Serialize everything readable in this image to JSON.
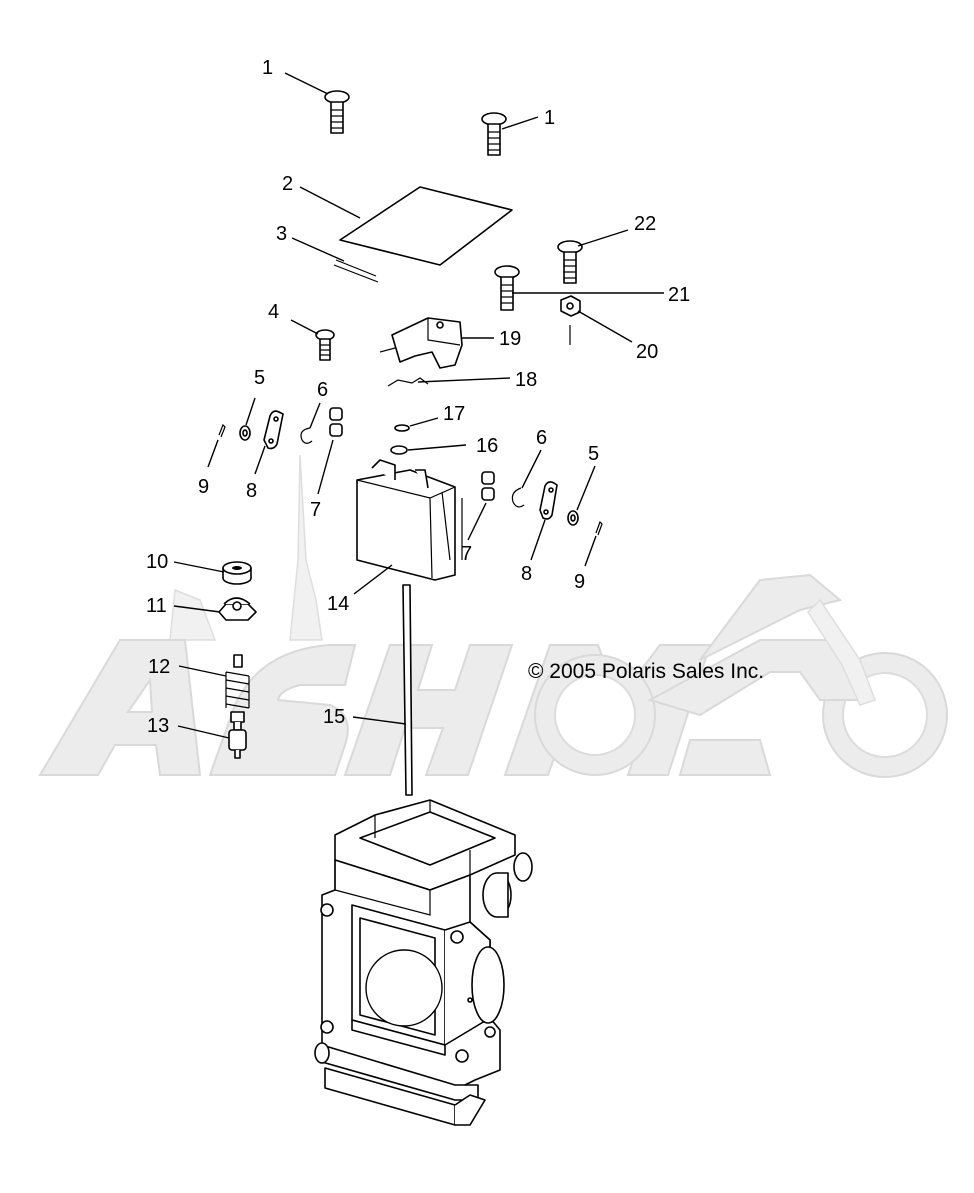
{
  "copyright": "© 2005 Polaris Sales Inc.",
  "watermark_logo": "AshMoto",
  "callouts": [
    {
      "id": "c1a",
      "text": "1"
    },
    {
      "id": "c1b",
      "text": "1"
    },
    {
      "id": "c2",
      "text": "2"
    },
    {
      "id": "c3",
      "text": "3"
    },
    {
      "id": "c4",
      "text": "4"
    },
    {
      "id": "c5a",
      "text": "5"
    },
    {
      "id": "c5b",
      "text": "5"
    },
    {
      "id": "c6a",
      "text": "6"
    },
    {
      "id": "c6b",
      "text": "6"
    },
    {
      "id": "c7a",
      "text": "7"
    },
    {
      "id": "c7b",
      "text": "7"
    },
    {
      "id": "c8a",
      "text": "8"
    },
    {
      "id": "c8b",
      "text": "8"
    },
    {
      "id": "c9a",
      "text": "9"
    },
    {
      "id": "c9b",
      "text": "9"
    },
    {
      "id": "c10",
      "text": "10"
    },
    {
      "id": "c11",
      "text": "11"
    },
    {
      "id": "c12",
      "text": "12"
    },
    {
      "id": "c13",
      "text": "13"
    },
    {
      "id": "c14",
      "text": "14"
    },
    {
      "id": "c15",
      "text": "15"
    },
    {
      "id": "c16",
      "text": "16"
    },
    {
      "id": "c17",
      "text": "17"
    },
    {
      "id": "c18",
      "text": "18"
    },
    {
      "id": "c19",
      "text": "19"
    },
    {
      "id": "c20",
      "text": "20"
    },
    {
      "id": "c21",
      "text": "21"
    },
    {
      "id": "c22",
      "text": "22"
    }
  ]
}
